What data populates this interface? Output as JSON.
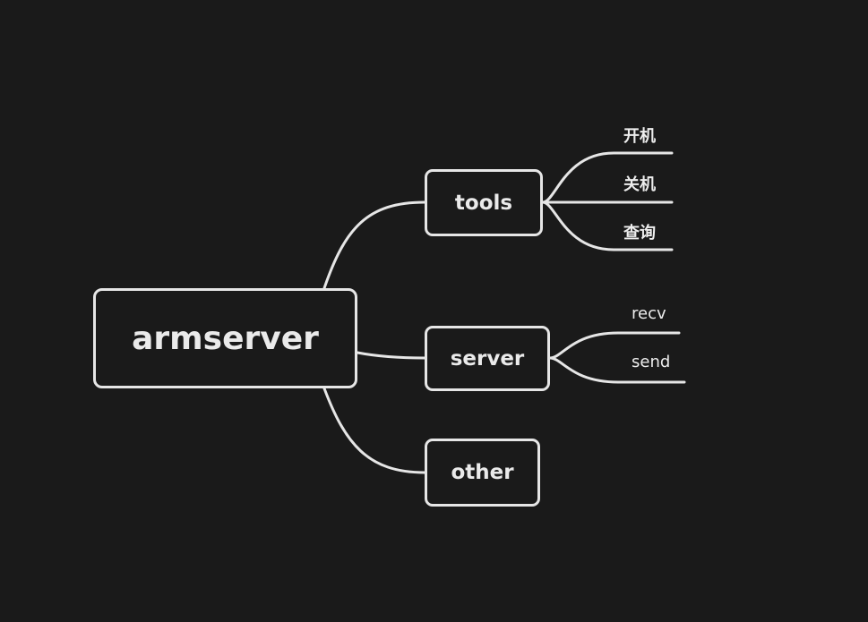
{
  "mindmap": {
    "root": {
      "label": "armserver"
    },
    "branches": [
      {
        "label": "tools",
        "children": [
          "开机",
          "关机",
          "查询"
        ]
      },
      {
        "label": "server",
        "children": [
          "recv",
          "send"
        ]
      },
      {
        "label": "other",
        "children": []
      }
    ]
  },
  "colors": {
    "background": "#1a1a1a",
    "stroke": "#e6e6e6",
    "text": "#eaeaea"
  }
}
